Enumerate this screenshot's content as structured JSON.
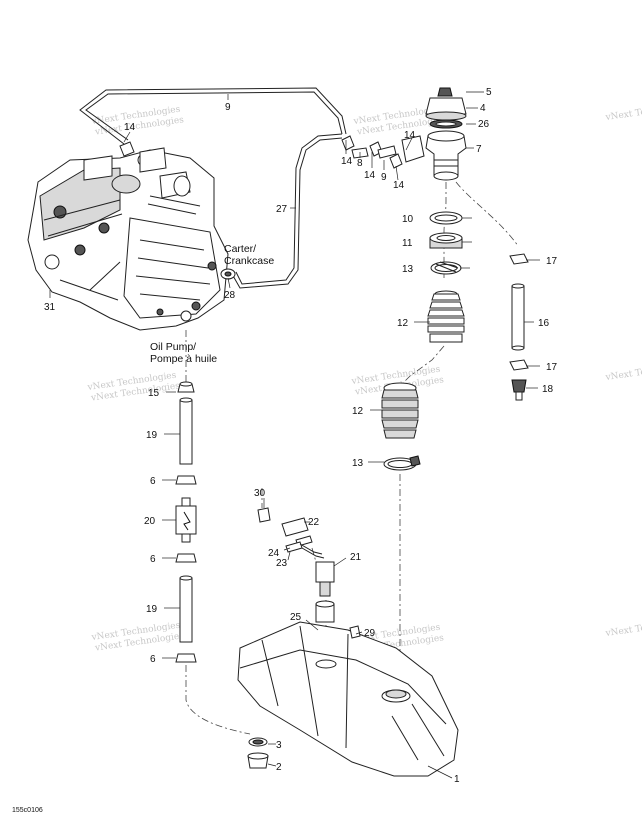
{
  "diagram": {
    "callouts": {
      "c1": "1",
      "c2": "2",
      "c3": "3",
      "c4": "4",
      "c5": "5",
      "c6a": "6",
      "c6b": "6",
      "c6c": "6",
      "c7": "7",
      "c8": "8",
      "c9a": "9",
      "c9b": "9",
      "c10": "10",
      "c11": "11",
      "c12a": "12",
      "c12b": "12",
      "c13a": "13",
      "c13b": "13",
      "c14a": "14",
      "c14b": "14",
      "c14c": "14",
      "c14d": "14",
      "c15": "15",
      "c16": "16",
      "c17a": "17",
      "c17b": "17",
      "c18": "18",
      "c19a": "19",
      "c19b": "19",
      "c20": "20",
      "c21": "21",
      "c22": "22",
      "c23": "23",
      "c24": "24",
      "c25": "25",
      "c26": "26",
      "c27": "27",
      "c28": "28",
      "c29": "29",
      "c30": "30",
      "c31": "31"
    },
    "labels": {
      "carter_line1": "Carter/",
      "carter_line2": "Crankcase",
      "oilpump_line1": "Oil Pump/",
      "oilpump_line2": "Pompe à huile"
    },
    "watermark": {
      "line1": "vNext Technologies",
      "line2": "vNext Technologies"
    },
    "figure_code": "155c0106"
  },
  "colors": {
    "line": "#222222",
    "watermark": "#c8c8c8",
    "shade": "#d9d9d9"
  }
}
